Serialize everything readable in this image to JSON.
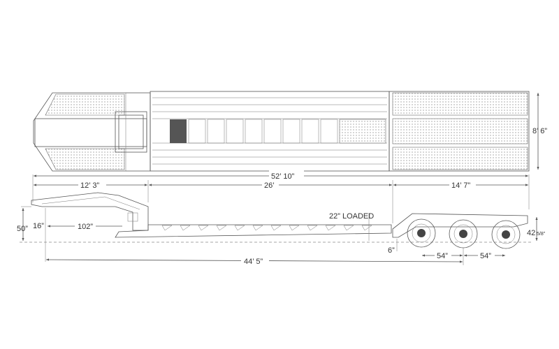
{
  "drawing": {
    "title": "Lowboy trailer dimension drawing",
    "dimensions": {
      "overall_length": "52’ 10”",
      "gooseneck_length": "12’ 3”",
      "deck_length": "26’",
      "rear_length": "14’ 7”",
      "width": "8’ 6”",
      "gooseneck_height": "50”",
      "kingpin_setback": "16”",
      "swing_clearance": "102”",
      "deck_height_loaded": "22” LOADED",
      "ground_clearance": "6”",
      "rear_deck_height": "42",
      "rear_deck_height_fraction": "5/8”",
      "kingpin_to_axle": "44’ 5”",
      "axle_spacing_1": "54”",
      "axle_spacing_2": "54”"
    }
  }
}
